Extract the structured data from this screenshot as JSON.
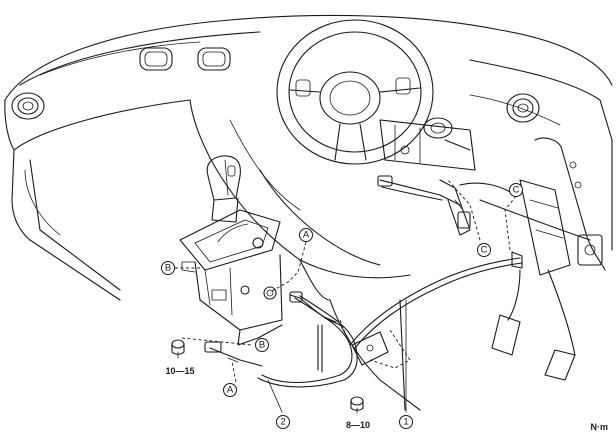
{
  "callouts": {
    "part_1": "1",
    "part_2": "2",
    "ref_A_top": "A",
    "ref_A_bottom": "A",
    "ref_B_left": "B",
    "ref_B_right": "B",
    "ref_C_right": "C",
    "ref_C_mid": "C"
  },
  "torque": {
    "bolt_left": "10—15",
    "bolt_bottom": "8—10"
  },
  "unit_label": "N·m"
}
